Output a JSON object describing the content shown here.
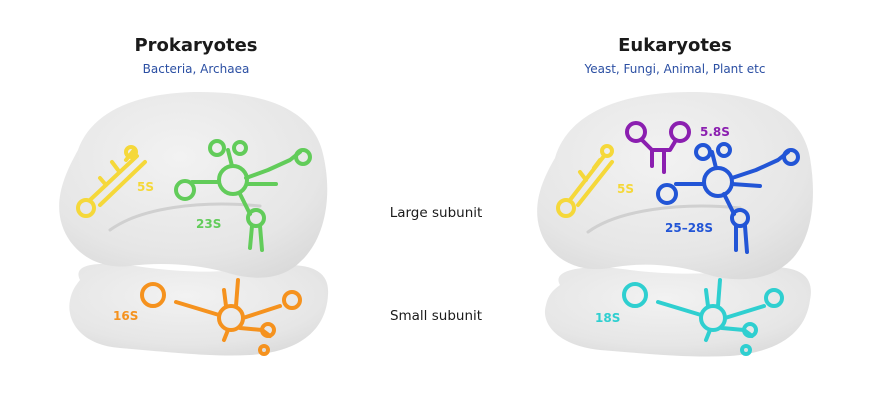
{
  "prokaryotes": {
    "title": "Prokaryotes",
    "subtitle": "Bacteria, Archaea",
    "rna_labels": {
      "r5s": "5S",
      "r23s": "23S",
      "r16s": "16S"
    }
  },
  "eukaryotes": {
    "title": "Eukaryotes",
    "subtitle": "Yeast, Fungi, Animal, Plant etc",
    "rna_labels": {
      "r58s": "5.8S",
      "r5s": "5S",
      "r2528s": "25–28S",
      "r18s": "18S"
    }
  },
  "center_labels": {
    "large": "Large subunit",
    "small": "Small subunit"
  },
  "colors": {
    "subunit_fill": "#e6e6e6",
    "r5s": "#f5d83a",
    "r23s": "#62cc5a",
    "r16s": "#f5921e",
    "r58s": "#8b1fb0",
    "r2528s": "#2255d6",
    "r18s": "#2fcfd0"
  }
}
